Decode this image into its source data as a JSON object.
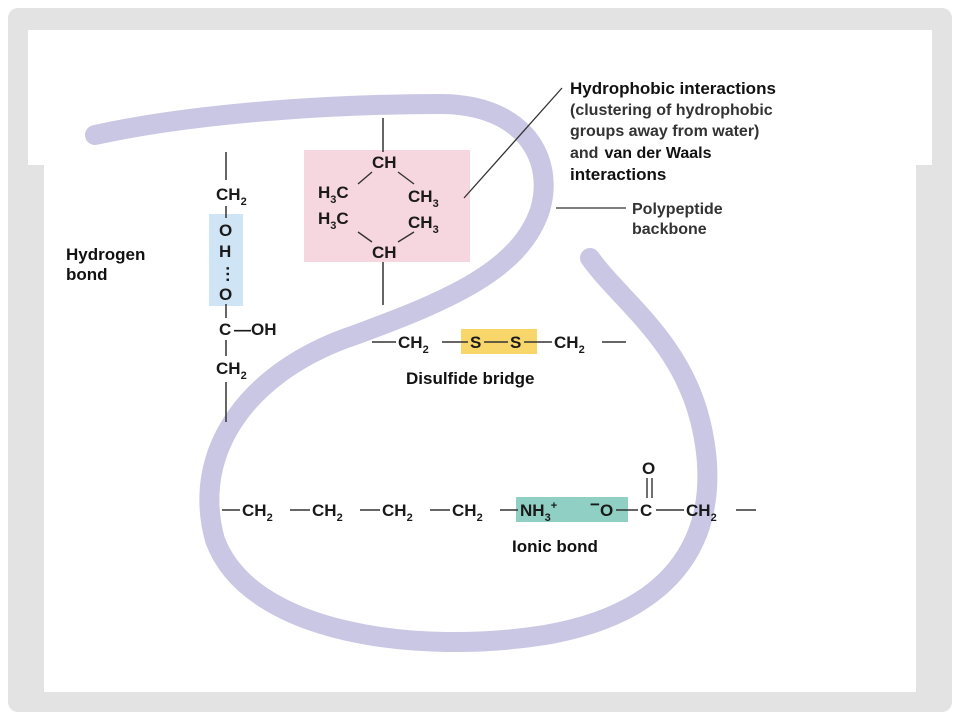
{
  "labels": {
    "hydrophobic_title": "Hydrophobic interactions",
    "hydrophobic_line2": "(clustering of hydrophobic",
    "hydrophobic_line3": "groups away from water)",
    "hydrophobic_line4_prefix": "and",
    "hydrophobic_line4_bold": "van der Waals",
    "hydrophobic_line5": "interactions",
    "backbone_line1": "Polypeptide",
    "backbone_line2": "backbone",
    "hbond_line1": "Hydrogen",
    "hbond_line2": "bond",
    "disulfide": "Disulfide bridge",
    "ionic": "Ionic bond"
  },
  "hydrophobic_group": {
    "top": "CH",
    "left_upper": "H",
    "left_upper_sub": "3",
    "left_upper_tail": "C",
    "right_upper": "CH",
    "right_upper_sub": "3",
    "left_lower": "H",
    "left_lower_sub": "3",
    "left_lower_tail": "C",
    "right_lower": "CH",
    "right_lower_sub": "3",
    "bottom": "CH"
  },
  "hbond_chain": {
    "ch2_top": "CH",
    "ch2_top_sub": "2",
    "o_top": "O",
    "h": "H",
    "dots": "···",
    "o_bottom": "O",
    "c": "C",
    "oh": "—OH",
    "ch2_bottom": "CH",
    "ch2_bottom_sub": "2"
  },
  "disulfide_chain": {
    "left": "CH",
    "left_sub": "2",
    "s1": "S",
    "s2": "S",
    "right": "CH",
    "right_sub": "2"
  },
  "ionic_chain": {
    "ch2_a": "CH",
    "ch2_b": "CH",
    "ch2_c": "CH",
    "ch2_d": "CH",
    "sub": "2",
    "nh3": "NH",
    "nh3_sub": "3",
    "nh3_charge": "+",
    "o_charge": "−",
    "o": "O",
    "c": "C",
    "carbonyl_o": "O",
    "ch2_e": "CH",
    "ch2_e_sub": "2"
  },
  "colors": {
    "backbone": "#c9c7e4",
    "hydrophobic_box": "#f6d6df",
    "hbond_box": "#cfe4f4",
    "disulfide_box": "#f8d66a",
    "ionic_box": "#8fcfc4"
  }
}
